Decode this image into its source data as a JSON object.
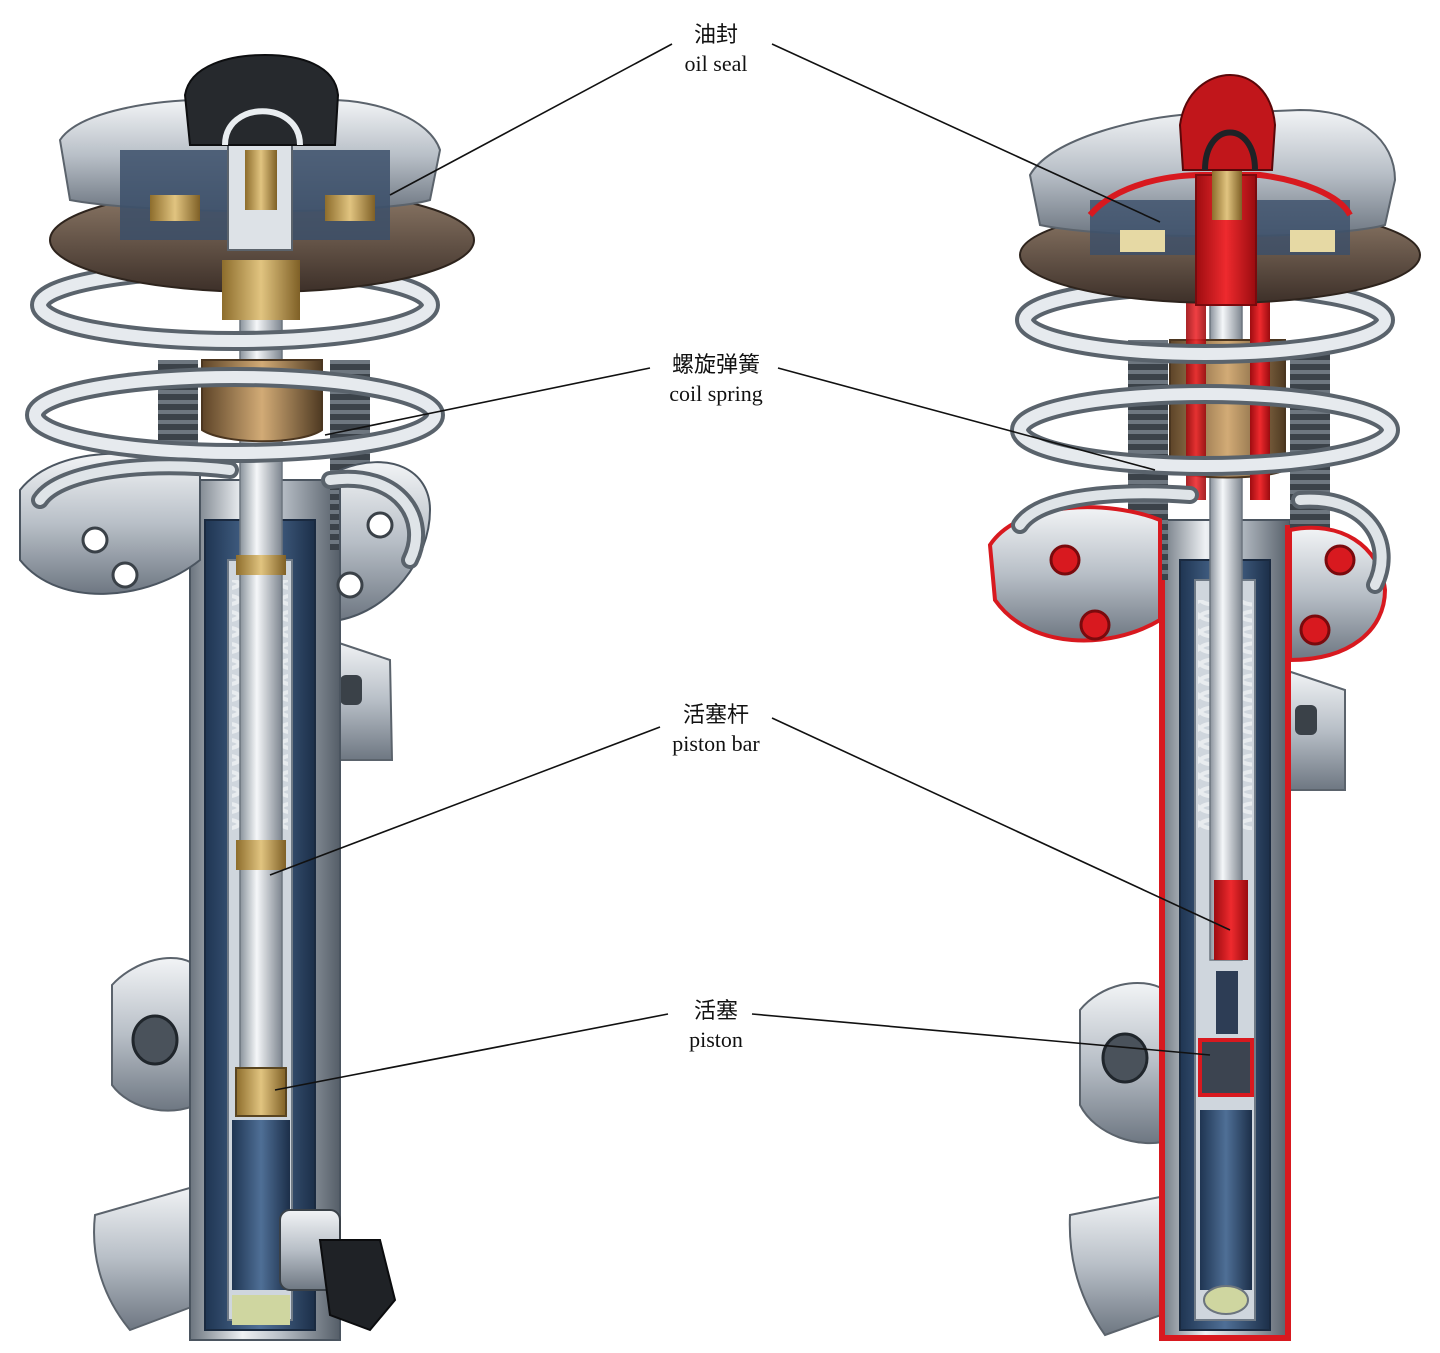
{
  "labels": [
    {
      "id": "oil-seal",
      "zh": "油封",
      "en": "oil seal"
    },
    {
      "id": "coil-spring",
      "zh": "螺旋弹簧",
      "en": "coil spring"
    },
    {
      "id": "piston-bar",
      "zh": "活塞杆",
      "en": "piston bar"
    },
    {
      "id": "piston",
      "zh": "活塞",
      "en": "piston"
    }
  ],
  "colors": {
    "metal_light": "#d9dde2",
    "metal_mid": "#9aa3ad",
    "metal_dark": "#4b5560",
    "tube_blue": "#2f4c73",
    "brass": "#c2a15a",
    "bump_stop": "#9b7a4e",
    "rubber_dark": "#2a2a2a",
    "mount_brown": "#6b5848",
    "fluid_red": "#d8191f",
    "leader_line": "#111111"
  }
}
